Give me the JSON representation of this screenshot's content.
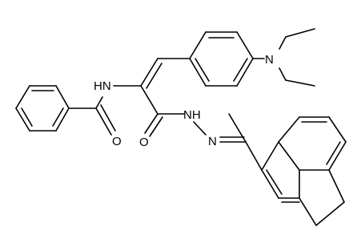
{
  "molecule": {
    "atoms": {
      "nh_amide": "HN",
      "o_benzoyl": "O",
      "o_hydrazide": "O",
      "nh_hydrazide": "NH",
      "n_imine": "N",
      "n_amine": "N"
    }
  }
}
